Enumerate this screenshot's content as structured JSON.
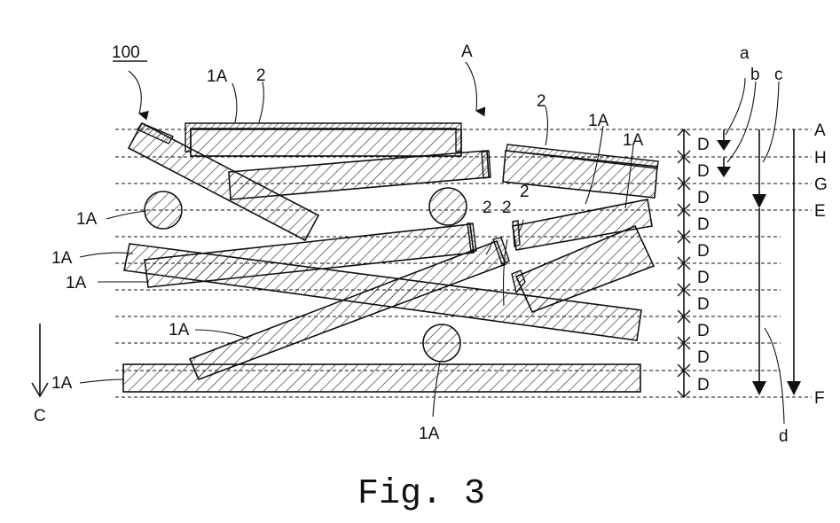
{
  "figure_caption": "Fig. 3",
  "ref_numeral": "100",
  "direction_label": "C",
  "level_labels": [
    "A",
    "H",
    "G",
    "E",
    "F"
  ],
  "spacing_label": "D",
  "dimension_labels": [
    "a",
    "b",
    "c",
    "d"
  ],
  "part_label_rod": "1A",
  "part_label_coating": "2",
  "arrow_label_top": "A"
}
